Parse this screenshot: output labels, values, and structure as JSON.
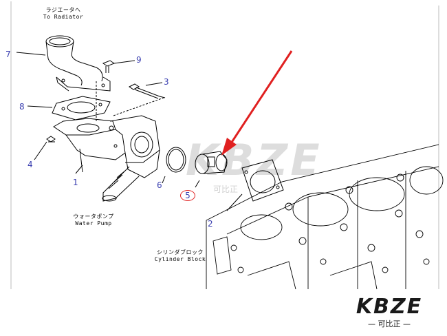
{
  "labels": {
    "to_radiator_jp": "ラジエータへ",
    "to_radiator_en": "To Radiator",
    "water_pump_jp": "ウォータポンプ",
    "water_pump_en": "Water Pump",
    "cylinder_block_jp": "シリンダブロック",
    "cylinder_block_en": "Cylinder Block"
  },
  "part_numbers": {
    "p1": "1",
    "p2": "2",
    "p3": "3",
    "p4": "4",
    "p5": "5",
    "p6": "6",
    "p7": "7",
    "p8": "8",
    "p9": "9"
  },
  "highlight": {
    "part": "5",
    "color": "#e02020"
  },
  "watermark": {
    "text": "KBZE",
    "sub": "可比正"
  },
  "brand": {
    "text": "KBZE",
    "sub": "— 可比正 —"
  },
  "colors": {
    "part_number": "#3a3fb0",
    "arrow": "#e02020",
    "line": "#000000"
  }
}
